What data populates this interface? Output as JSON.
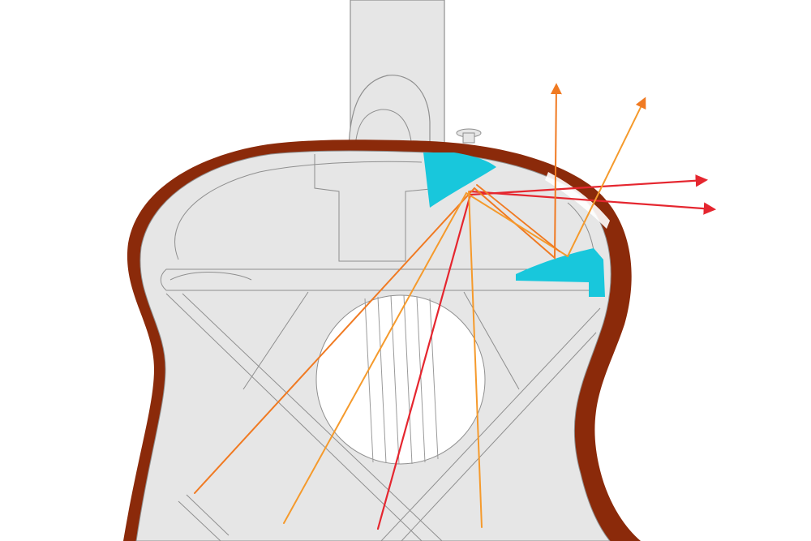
{
  "diagram": {
    "subject": "guitar-body-cutaway",
    "colors": {
      "background": "#ffffff",
      "body_fill": "#e6e6e6",
      "body_line": "#8f8f8f",
      "rim": "#8b2a0a",
      "rim_dark": "#5e1c06",
      "reflector": "#18c7dc",
      "ray_orange": "#f07a22",
      "ray_light_orange": "#f59a2c",
      "ray_red": "#e5262f",
      "soundhole": "#ffffff"
    },
    "rays": [
      {
        "name": "ray-red-1",
        "color": "ray_red"
      },
      {
        "name": "ray-red-2",
        "color": "ray_red"
      },
      {
        "name": "ray-orange-1",
        "color": "ray_orange"
      },
      {
        "name": "ray-orange-2",
        "color": "ray_light_orange"
      },
      {
        "name": "ray-orange-3",
        "color": "ray_light_orange"
      }
    ]
  }
}
